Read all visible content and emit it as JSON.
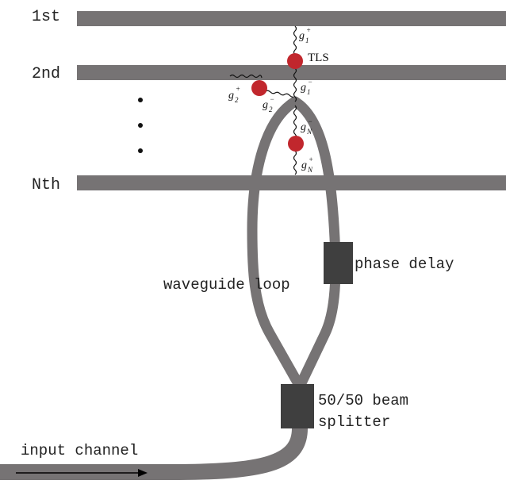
{
  "rows": {
    "first": "1st",
    "second": "2nd",
    "nth": "Nth"
  },
  "labels": {
    "tls": "TLS",
    "phase_delay": "phase delay",
    "waveguide_loop": "waveguide loop",
    "beam_splitter_line1": "50/50 beam",
    "beam_splitter_line2": "splitter",
    "input_channel": "input channel"
  },
  "couplings": {
    "g1_plus": {
      "base": "g",
      "sub": "1",
      "sup": "+"
    },
    "g1_minus": {
      "base": "g",
      "sub": "1",
      "sup": "−"
    },
    "g2_plus": {
      "base": "g",
      "sub": "2",
      "sup": "+"
    },
    "g2_minus": {
      "base": "g",
      "sub": "2",
      "sup": "−"
    },
    "gN_minus": {
      "base": "g",
      "sub": "N",
      "sup": "−"
    },
    "gN_plus": {
      "base": "g",
      "sub": "N",
      "sup": "+"
    }
  },
  "colors": {
    "waveguide": "#767374",
    "block": "#3f3f3f",
    "atom": "#c1272d",
    "text": "#222222"
  }
}
